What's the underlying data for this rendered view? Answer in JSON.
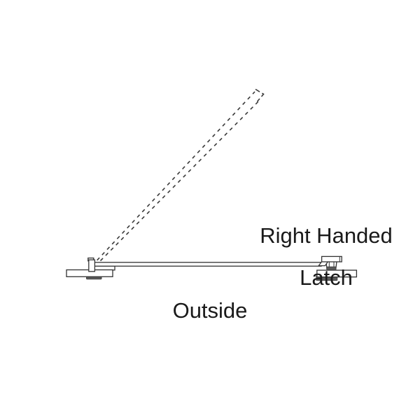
{
  "diagram": {
    "labels": {
      "latch_line1": "Right Handed",
      "latch_line2": "Latch",
      "outside": "Outside"
    },
    "colors": {
      "background": "#ffffff",
      "line": "#333333",
      "dash": "#3a3a3a",
      "fill": "#ffffff",
      "tab_fill": "#5a5a5a",
      "text": "#1a1a1a"
    }
  }
}
